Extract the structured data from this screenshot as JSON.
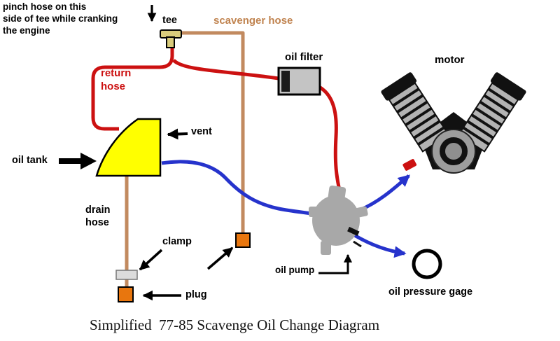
{
  "title": "Simplified  77-85 Scavenge Oil Change Diagram",
  "colors": {
    "hose_red": "#cc1111",
    "hose_tan": "#c28a5f",
    "hose_blue": "#2633cc",
    "tank_yellow": "#ffff00",
    "clamp_orange": "#e8760e",
    "pump_gray": "#a8a8a8",
    "filter_gray": "#c4c4c4",
    "tee_khaki": "#d9cc7c",
    "engine_gray": "#b3b3b3",
    "arrow_black": "#000000"
  },
  "labels": {
    "pinch_note": "pinch hose on this\nside of tee while cranking\n the engine",
    "tee": "tee",
    "scavenger_hose": "scavenger hose",
    "oil_filter": "oil filter",
    "motor": "motor",
    "return_hose": "return\nhose",
    "vent": "vent",
    "oil_tank": "oil tank",
    "drain_hose": "drain\nhose",
    "clamp": "clamp",
    "plug": "plug",
    "oil_pump": "oil pump",
    "oil_pressure_gage": "oil pressure gage"
  }
}
